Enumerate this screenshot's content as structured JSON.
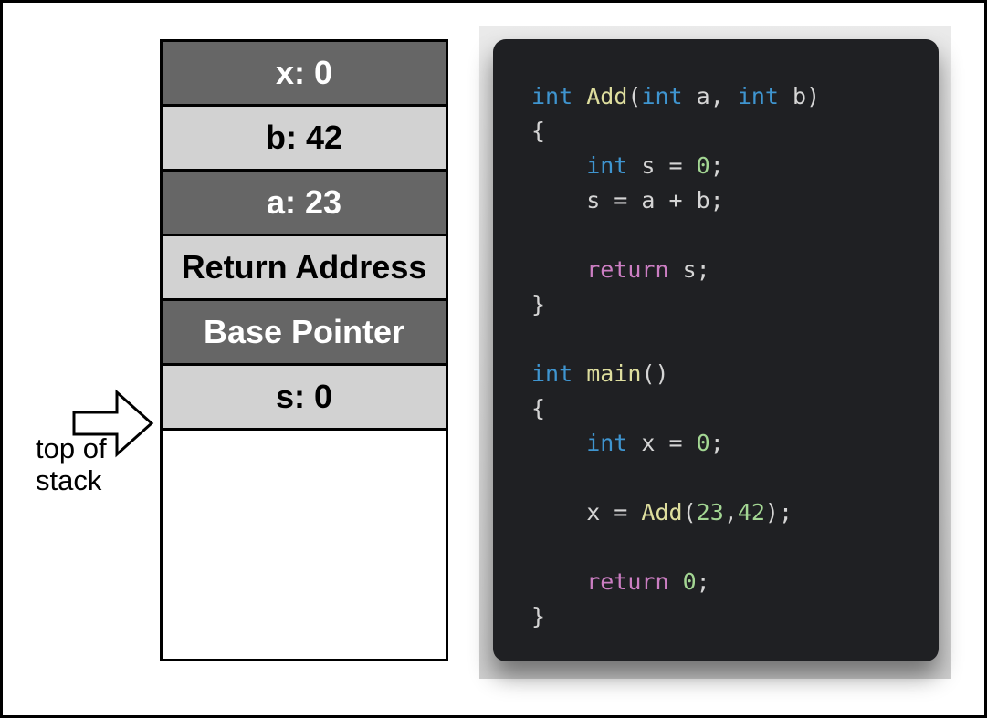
{
  "colors": {
    "stack_dark": "#666666",
    "stack_light": "#d2d2d2",
    "code_bg": "#1f2023",
    "code_text": "#d5d5d5",
    "keyword": "#3f95d0",
    "function": "#dede9e",
    "number": "#a3d693",
    "control": "#cc7ec3"
  },
  "stack": {
    "pointer_label": "top of\nstack",
    "cells": [
      {
        "label": "x: 0",
        "variant": "dark"
      },
      {
        "label": "b: 42",
        "variant": "light"
      },
      {
        "label": "a: 23",
        "variant": "dark"
      },
      {
        "label": "Return Address",
        "variant": "light"
      },
      {
        "label": "Base Pointer",
        "variant": "dark"
      },
      {
        "label": "s: 0",
        "variant": "light"
      }
    ]
  },
  "code": {
    "language": "c",
    "lines": [
      [
        {
          "t": "int",
          "c": "kw"
        },
        {
          "t": " ",
          "c": "d"
        },
        {
          "t": "Add",
          "c": "fn"
        },
        {
          "t": "(",
          "c": "d"
        },
        {
          "t": "int",
          "c": "kw"
        },
        {
          "t": " a, ",
          "c": "d"
        },
        {
          "t": "int",
          "c": "kw"
        },
        {
          "t": " b)",
          "c": "d"
        }
      ],
      [
        {
          "t": "{",
          "c": "d"
        }
      ],
      [
        {
          "t": "    ",
          "c": "d"
        },
        {
          "t": "int",
          "c": "kw"
        },
        {
          "t": " s = ",
          "c": "d"
        },
        {
          "t": "0",
          "c": "num"
        },
        {
          "t": ";",
          "c": "d"
        }
      ],
      [
        {
          "t": "    s = a + b;",
          "c": "d"
        }
      ],
      [],
      [
        {
          "t": "    ",
          "c": "d"
        },
        {
          "t": "return",
          "c": "ret"
        },
        {
          "t": " s;",
          "c": "d"
        }
      ],
      [
        {
          "t": "}",
          "c": "d"
        }
      ],
      [],
      [
        {
          "t": "int",
          "c": "kw"
        },
        {
          "t": " ",
          "c": "d"
        },
        {
          "t": "main",
          "c": "fn"
        },
        {
          "t": "()",
          "c": "d"
        }
      ],
      [
        {
          "t": "{",
          "c": "d"
        }
      ],
      [
        {
          "t": "    ",
          "c": "d"
        },
        {
          "t": "int",
          "c": "kw"
        },
        {
          "t": " x = ",
          "c": "d"
        },
        {
          "t": "0",
          "c": "num"
        },
        {
          "t": ";",
          "c": "d"
        }
      ],
      [],
      [
        {
          "t": "    x = ",
          "c": "d"
        },
        {
          "t": "Add",
          "c": "fn"
        },
        {
          "t": "(",
          "c": "d"
        },
        {
          "t": "23",
          "c": "num"
        },
        {
          "t": ",",
          "c": "d"
        },
        {
          "t": "42",
          "c": "num"
        },
        {
          "t": ");",
          "c": "d"
        }
      ],
      [],
      [
        {
          "t": "    ",
          "c": "d"
        },
        {
          "t": "return",
          "c": "ret"
        },
        {
          "t": " ",
          "c": "d"
        },
        {
          "t": "0",
          "c": "num"
        },
        {
          "t": ";",
          "c": "d"
        }
      ],
      [
        {
          "t": "}",
          "c": "d"
        }
      ]
    ]
  }
}
